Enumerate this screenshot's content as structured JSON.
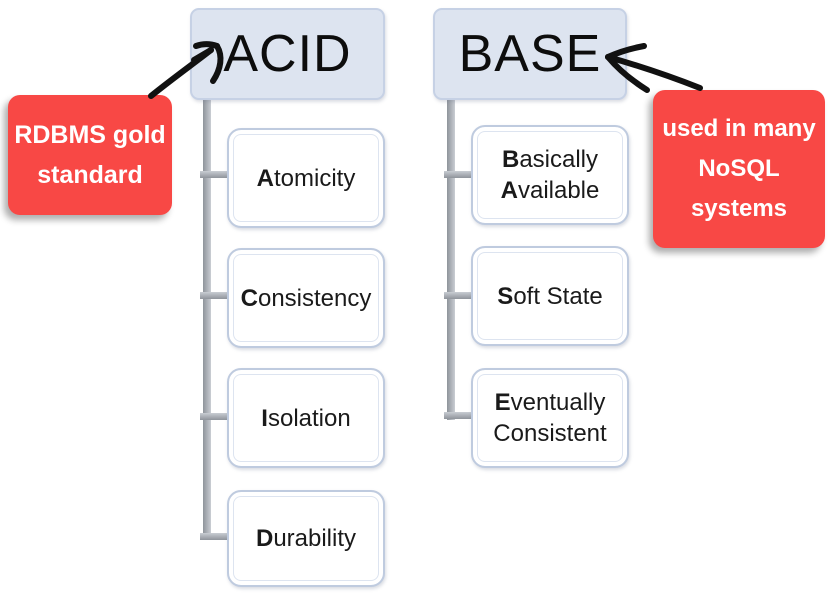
{
  "colors": {
    "header-fill": "#dde4f0",
    "header-border": "#c6d1e5",
    "node-border": "#bfcbdf",
    "node-inner-border": "#dde4f0",
    "connector-dark": "#8f949b",
    "connector-light": "#c9cdd3",
    "callout-red": "#f84845",
    "callout-text": "#ffffff",
    "arrow-black": "#111111",
    "text-dark": "#1a1a1a"
  },
  "tree_left": {
    "header": "ACID",
    "children": [
      {
        "lines": [
          {
            "b": "A",
            "t": "tomicity"
          }
        ]
      },
      {
        "lines": [
          {
            "b": "C",
            "t": "onsistency"
          }
        ]
      },
      {
        "lines": [
          {
            "b": "I",
            "t": "solation"
          }
        ]
      },
      {
        "lines": [
          {
            "b": "D",
            "t": "urability"
          }
        ]
      }
    ]
  },
  "tree_right": {
    "header": "BASE",
    "children": [
      {
        "lines": [
          {
            "b": "B",
            "t": "asically"
          },
          {
            "b": "A",
            "t": "vailable"
          }
        ]
      },
      {
        "lines": [
          {
            "b": "S",
            "t": "oft State"
          }
        ]
      },
      {
        "lines": [
          {
            "b": "E",
            "t": "ventually"
          },
          {
            "b": "",
            "t": "Consistent"
          }
        ]
      }
    ]
  },
  "callouts": {
    "left": {
      "lines": [
        "RDBMS gold",
        "standard"
      ]
    },
    "right": {
      "lines": [
        "used in many",
        "NoSQL",
        "systems"
      ]
    }
  }
}
